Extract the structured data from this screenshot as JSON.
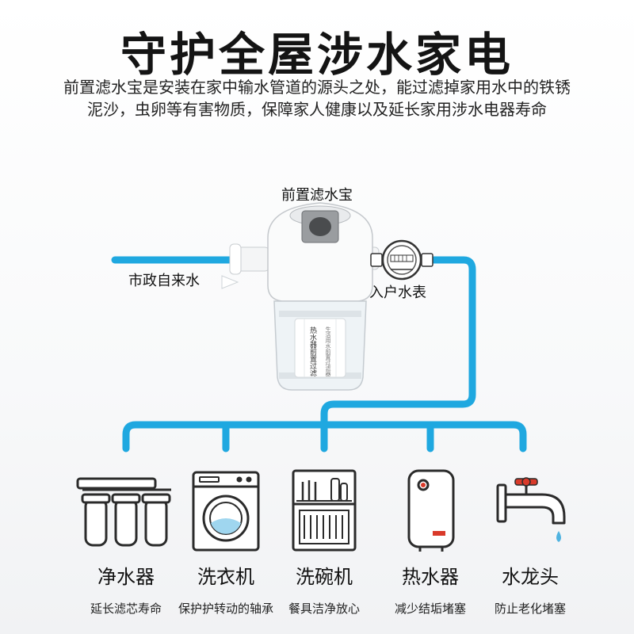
{
  "title": "守护全屋涉水家电",
  "subtitle_lines": [
    "前置滤水宝是安装在家中输水管道的源头之处，能过滤掉家用水中的铁锈",
    "泥沙，虫卵等有害物质，保障家人健康以及延长家用涉水电器寿命"
  ],
  "labels": {
    "filter": "前置滤水宝",
    "city_water": "市政自来水",
    "meter": "入户水表"
  },
  "product_print": {
    "main": "热水器前置过滤",
    "side": "生活用水前置过滤器"
  },
  "appliances": [
    {
      "name": "净水器",
      "desc": "延长滤芯寿命",
      "icon": "water-purifier-icon"
    },
    {
      "name": "洗衣机",
      "desc": "保护护转动的轴承",
      "icon": "washing-machine-icon"
    },
    {
      "name": "洗碗机",
      "desc": "餐具洁净放心",
      "icon": "dishwasher-icon"
    },
    {
      "name": "热水器",
      "desc": "减少结垢堵塞",
      "icon": "water-heater-icon"
    },
    {
      "name": "水龙头",
      "desc": "防止老化堵塞",
      "icon": "faucet-icon"
    }
  ],
  "colors": {
    "pipe": "#1fa8e0",
    "accent_red": "#d93a2a"
  }
}
